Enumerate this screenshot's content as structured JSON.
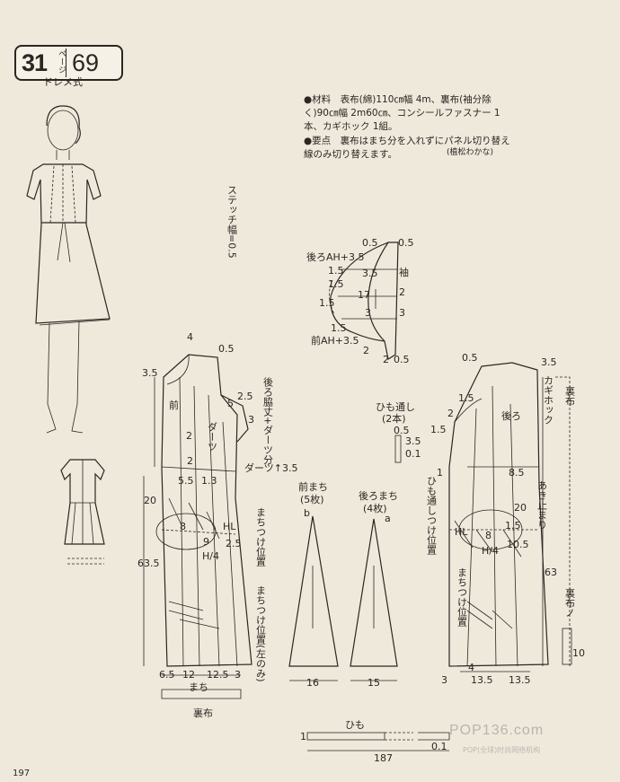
{
  "badge": {
    "number": "31",
    "page_label": "ページ",
    "page": "69"
  },
  "style_label": "ドレメ式",
  "materials_text": "●材料　表布(綿)110㎝幅 4m、裏布(袖分除く)90㎝幅 2m60㎝、コンシールファスナー 1本、カギホック 1組。",
  "key_point_text": "●要点　裏布はまち分を入れずにパネル切り替え線のみ切り替えます。",
  "credit": "(植松わかな)",
  "page_number": "197",
  "watermark": "POP136.com",
  "watermark_sub": "POP(全球)时尚网络机构",
  "labels": {
    "stitch_width": "ステッチ幅=0.5",
    "sleeve": "袖",
    "back_ah": "後ろAH+3.5",
    "front_ah": "前AH+3.5",
    "sleeve_05a": "0.5",
    "sleeve_05b": "0.5",
    "sleeve_05c": "0.5",
    "sleeve_35": "3.5",
    "sleeve_17": "17",
    "sleeve_15a": "1.5",
    "sleeve_15b": "1.5",
    "sleeve_15c": "1.5",
    "sleeve_15d": "1.5",
    "sleeve_2a": "2",
    "sleeve_2b": "2",
    "sleeve_2c": "2",
    "sleeve_3a": "3",
    "sleeve_3b": "3",
    "front": "前",
    "front_4": "4",
    "front_05": "0.5",
    "front_35": "3.5",
    "front_25": "2.5",
    "front_5": "5",
    "front_3": "3",
    "front_13": "1.3",
    "front_2a": "2",
    "front_2b": "2",
    "front_55": "5.5",
    "front_20": "20",
    "front_8": "8",
    "front_9": "9",
    "front_25b": "2.5",
    "front_hl": "HL",
    "front_h4": "H/4",
    "front_635": "63.5",
    "front_65": "6.5",
    "front_12": "12",
    "front_125": "12.5",
    "front_3b": "3",
    "front_dart": "ダーツ",
    "front_dart_pos": "ダーツ↑3.5",
    "front_gusset": "まち",
    "front_lining": "裏布",
    "front_side_dart": "後ろ脇丈+ダーツ分",
    "front_gusset_pos1": "まちつけ位置",
    "front_gusset_pos2": "まちつけ位置(左のみ)",
    "front_gusset_piece": "前まち",
    "front_gusset_count": "(5枚)",
    "front_gusset_b": "b",
    "front_gusset_16": "16",
    "back_gusset_piece": "後ろまち",
    "back_gusset_count": "(4枚)",
    "back_gusset_a": "a",
    "back_gusset_15": "15",
    "loop": "ひも通し",
    "loop_count": "(2本)",
    "loop_05": "0.5",
    "loop_35": "3.5",
    "loop_01": "0.1",
    "back": "後ろ",
    "back_05": "0.5",
    "back_35": "3.5",
    "back_15a": "1.5",
    "back_15b": "1.5",
    "back_2": "2",
    "back_1": "1",
    "back_85": "8.5",
    "back_20": "20",
    "back_15c": "1.5",
    "back_8": "8",
    "back_105": "10.5",
    "back_hl": "HL",
    "back_h4": "H/4",
    "back_63": "63",
    "back_135a": "13.5",
    "back_135b": "13.5",
    "back_4": "4",
    "back_3": "3",
    "back_hook": "カギホック",
    "back_lining": "裏布",
    "back_opening": "あき止まり",
    "back_loop_pos": "ひも通しつけ位置",
    "back_gusset_pos": "まちつけ位置",
    "back_lining2": "裏布ノ",
    "back_10": "10",
    "tie": "ひも",
    "tie_1": "1",
    "tie_187": "187",
    "tie_01": "0.1"
  }
}
